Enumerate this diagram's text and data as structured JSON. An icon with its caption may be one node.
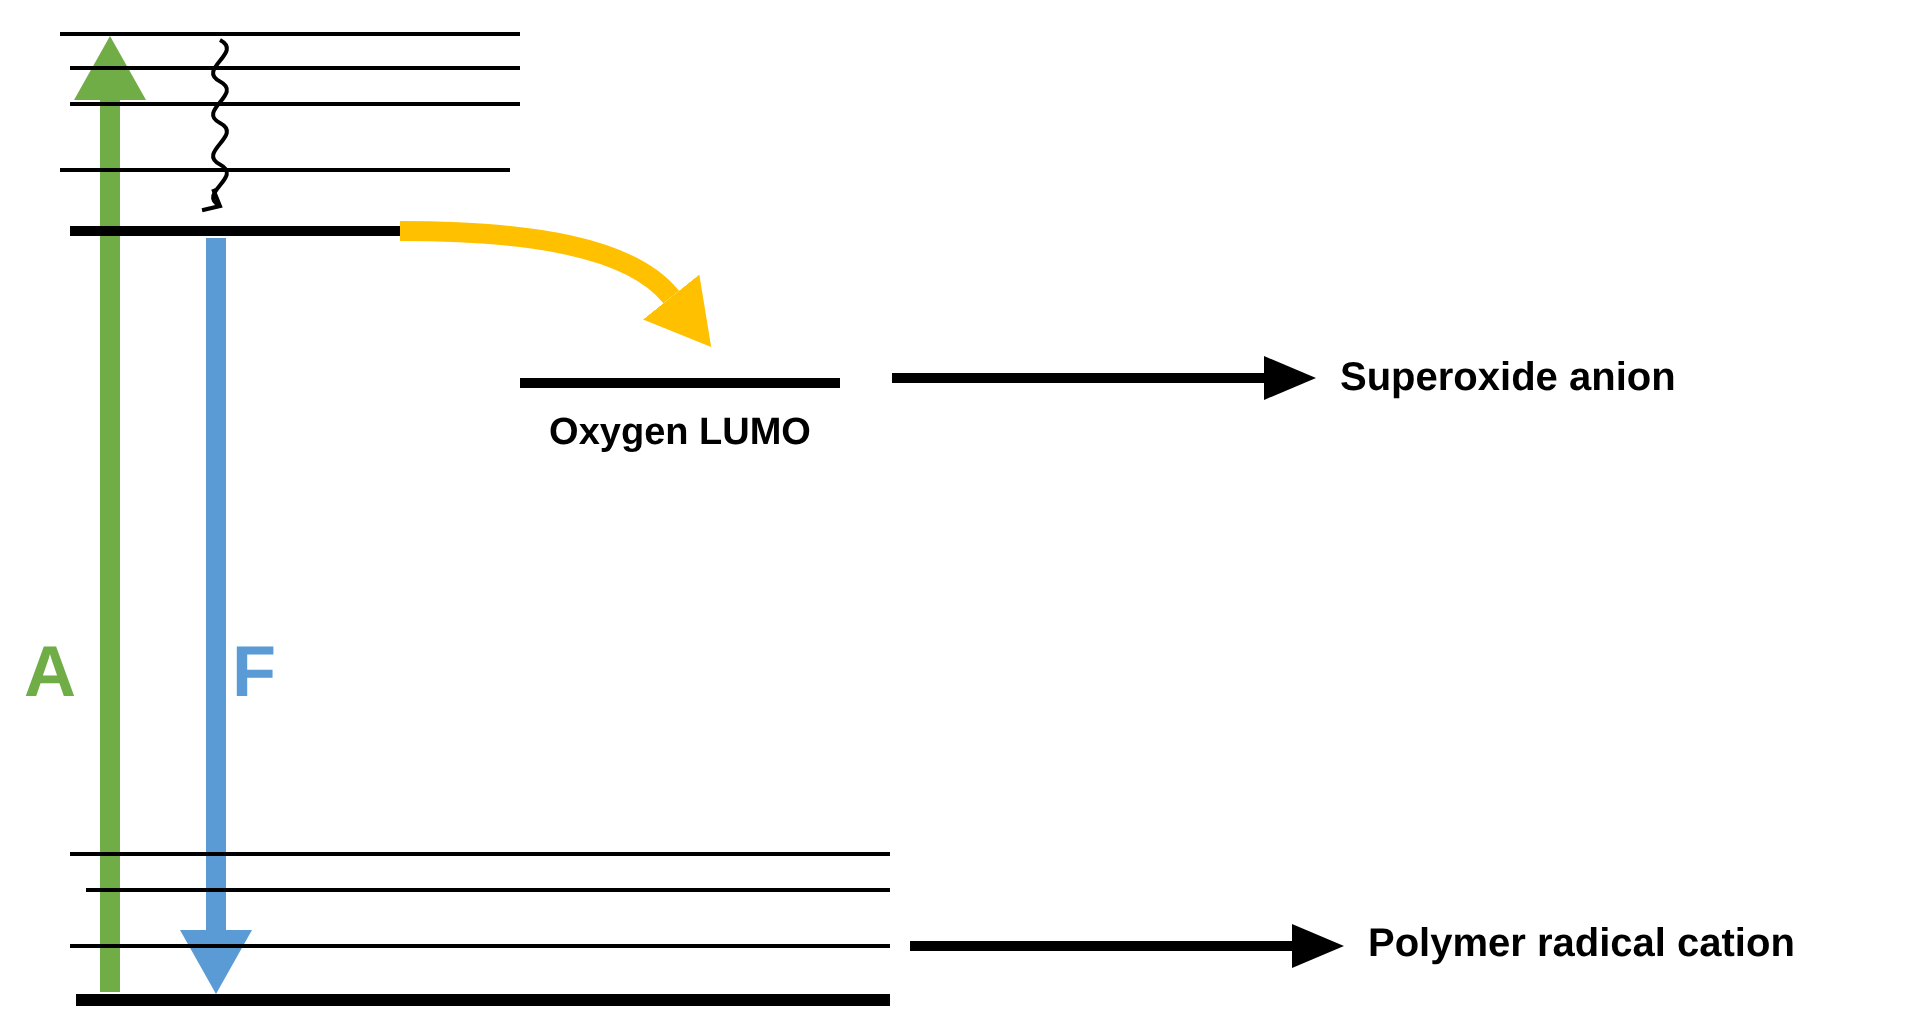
{
  "diagram": {
    "nodes": [
      {
        "text": [],
        "shape": "bar"
      },
      {
        "text": [],
        "shape": "bar"
      },
      {
        "text": [],
        "shape": "bar"
      },
      {
        "text": [],
        "shape": "bar"
      },
      {
        "text": [],
        "shape": "bar"
      },
      {
        "text": [
          "Oxygen LUMO"
        ]
      },
      {
        "text": [
          "Superoxide anion"
        ]
      },
      {
        "text": [],
        "shape": "bar"
      },
      {
        "text": [],
        "shape": "bar"
      },
      {
        "text": [],
        "shape": "bar"
      },
      {
        "text": [
          "Polymer radical cation"
        ]
      },
      {
        "text": [],
        "shape": "bar"
      }
    ],
    "edges": [
      {
        "from": 11,
        "to": 0,
        "arrow": "to",
        "label": "A",
        "style": "thick",
        "color": "#70ad47"
      },
      {
        "from": 4,
        "to": 11,
        "arrow": "to",
        "label": "F",
        "style": "thick",
        "color": "#5b9bd5"
      },
      {
        "from": 0,
        "to": 4,
        "arrow": "to"
      },
      {
        "from": 4,
        "to": 5,
        "arrow": "to",
        "style": "thick",
        "color": "#ffc000"
      },
      {
        "from": 5,
        "to": 6,
        "arrow": "to"
      },
      {
        "from": 9,
        "to": 10,
        "arrow": "to"
      }
    ]
  }
}
